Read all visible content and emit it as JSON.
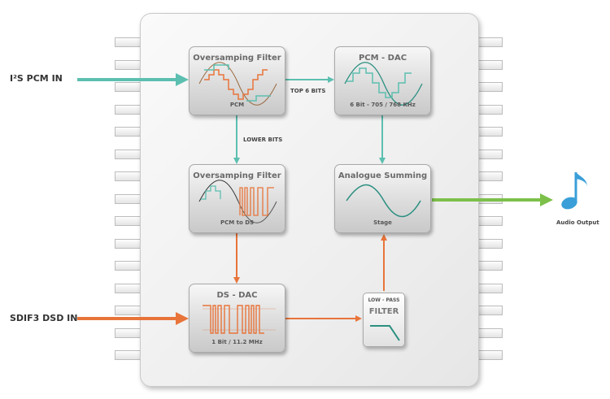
{
  "inputs": {
    "i2s_pcm": "I²S PCM IN",
    "sdif3_dsd": "SDIF3 DSD IN"
  },
  "blocks": {
    "oversampling_pcm": {
      "title": "Oversamping Filter",
      "sub": "PCM"
    },
    "pcm_dac": {
      "title": "PCM - DAC",
      "sub": "6 Bit - 705 / 768 KHz"
    },
    "oversampling_pcm_ds": {
      "title": "Oversamping Filter",
      "sub": "PCM to DS"
    },
    "analogue_summing": {
      "title": "Analogue Summing",
      "sub": "Stage"
    },
    "ds_dac": {
      "title": "DS - DAC",
      "sub": "1 Bit / 11.2 MHz"
    },
    "lowpass": {
      "top": "LOW - PASS",
      "title": "FILTER"
    }
  },
  "connections": {
    "top6": "TOP 6 BITS",
    "lower": "LOWER BITS"
  },
  "output": {
    "label": "Audio Output",
    "icon": "music-note-icon"
  },
  "colors": {
    "pcm_teal": "#5cbfb0",
    "dsd_orange": "#e8743a",
    "output_green": "#7cc04a",
    "note_blue": "#3a9fd8"
  }
}
